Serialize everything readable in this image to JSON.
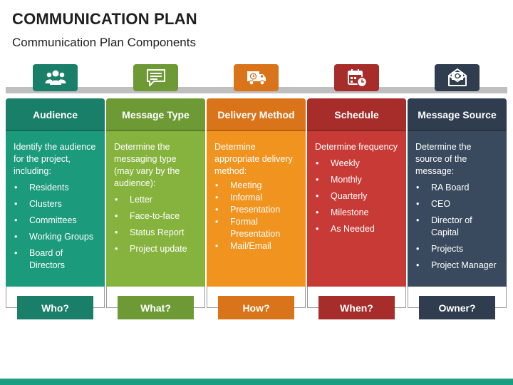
{
  "title": "COMMUNICATION PLAN",
  "subtitle": "Communication Plan Components",
  "columns": [
    {
      "header": "Audience",
      "icon": "people-icon",
      "intro": "Identify the audience for the project, including:",
      "items": [
        "Residents",
        "Clusters",
        "Committees",
        "Working Groups",
        "Board of Directors"
      ],
      "tag": "Who?",
      "colors": {
        "icon": "#1a7f68",
        "header": "#1a7f68",
        "body": "#1b9a7c",
        "tag": "#1a7f68"
      }
    },
    {
      "header": "Message Type",
      "icon": "message-icon",
      "intro": "Determine the messaging type (may vary by the audience):",
      "items": [
        "Letter",
        "Face-to-face",
        "Status Report",
        "Project update"
      ],
      "tag": "What?",
      "colors": {
        "icon": "#6d9a35",
        "header": "#6d9a35",
        "body": "#86b33e",
        "tag": "#6d9a35"
      }
    },
    {
      "header": "Delivery Method",
      "icon": "delivery-truck-icon",
      "intro": "Determine appropriate delivery method:",
      "items": [
        "Meeting",
        "Informal",
        "Presentation",
        "Formal Presentation",
        "Mail/Email"
      ],
      "tag": "How?",
      "colors": {
        "icon": "#d9741a",
        "header": "#d9741a",
        "body": "#f1941f",
        "tag": "#d9741a"
      }
    },
    {
      "header": "Schedule",
      "icon": "calendar-clock-icon",
      "intro": "Determine frequency",
      "items": [
        "Weekly",
        "Monthly",
        "Quarterly",
        "Milestone",
        "As Needed"
      ],
      "tag": "When?",
      "colors": {
        "icon": "#a72d2a",
        "header": "#a72d2a",
        "body": "#c73a35",
        "tag": "#a72d2a"
      }
    },
    {
      "header": "Message Source",
      "icon": "email-envelope-icon",
      "intro": "Determine the source of the message:",
      "items": [
        "RA Board",
        "CEO",
        "Director of Capital",
        "Projects",
        "Project Manager"
      ],
      "tag": "Owner?",
      "colors": {
        "icon": "#2f3d4f",
        "header": "#2f3d4f",
        "body": "#3a4a5e",
        "tag": "#2f3d4f"
      }
    }
  ]
}
